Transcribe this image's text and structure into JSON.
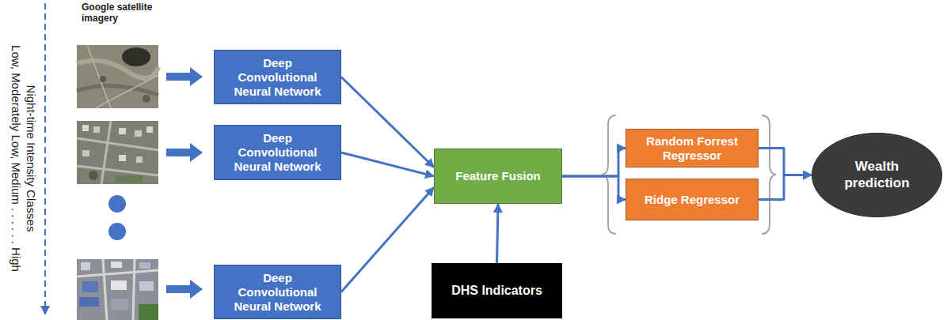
{
  "diagram": {
    "nodes": [
      {
        "text": [
          "Deep Convolutional Neural Network"
        ]
      },
      {
        "text": [
          "Deep Convolutional Neural Network"
        ]
      },
      {
        "text": [
          "Deep Convolutional Neural Network"
        ]
      },
      {
        "text": [
          "Feature Fusion"
        ]
      },
      {
        "text": [
          "DHS Indicators"
        ]
      },
      {
        "text": [
          "Random Forrest Regressor"
        ]
      },
      {
        "text": [
          "Ridge Regressor"
        ]
      },
      {
        "text": [
          "Wealth prediction"
        ]
      }
    ],
    "edges": [
      {
        "from": 0,
        "to": 3,
        "arrow": "to"
      },
      {
        "from": 1,
        "to": 3,
        "arrow": "to"
      },
      {
        "from": 2,
        "to": 3,
        "arrow": "to"
      },
      {
        "from": 4,
        "to": 3,
        "arrow": "to"
      },
      {
        "from": 3,
        "to": 5,
        "arrow": "to"
      },
      {
        "from": 3,
        "to": 6,
        "arrow": "to"
      },
      {
        "from": 5,
        "to": 7,
        "arrow": "to"
      },
      {
        "from": 6,
        "to": 7,
        "arrow": "to"
      }
    ],
    "labels": [
      "Google satellite imagery",
      "Low, Moderately Low, Medium . . . . . . High",
      "Night-time Intensity Classes"
    ]
  }
}
